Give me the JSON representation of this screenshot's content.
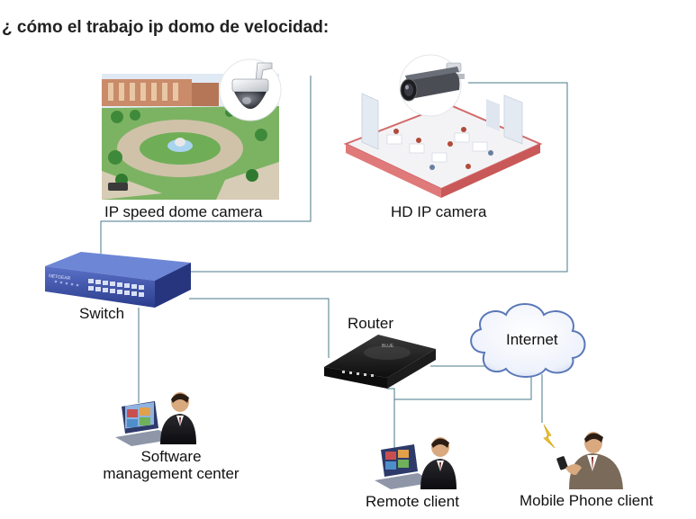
{
  "title": "¿ cómo el trabajo ip domo de velocidad:",
  "nodes": {
    "speed_dome": {
      "label": "IP speed dome camera",
      "icon": "speed-dome-camera-icon"
    },
    "hd_camera": {
      "label": "HD IP camera",
      "icon": "bullet-camera-icon"
    },
    "switch": {
      "label": "Switch",
      "icon": "network-switch-icon",
      "brand": "NETGEAR"
    },
    "router": {
      "label": "Router",
      "icon": "router-icon",
      "brand": "BLUE"
    },
    "internet": {
      "label": "Internet",
      "icon": "cloud-icon"
    },
    "software_center": {
      "label_line1": "Software",
      "label_line2": "management center",
      "icon": "user-laptop-icon"
    },
    "remote_client": {
      "label": "Remote client",
      "icon": "user-laptop-icon"
    },
    "mobile_client": {
      "label": "Mobile Phone client",
      "icon": "user-mobile-phone-icon"
    }
  },
  "colors": {
    "connector_line": "#4a7a8a",
    "switch_body": "#3a4fa6",
    "router_body": "#1e1e1e",
    "cloud": "#5a78b8"
  }
}
